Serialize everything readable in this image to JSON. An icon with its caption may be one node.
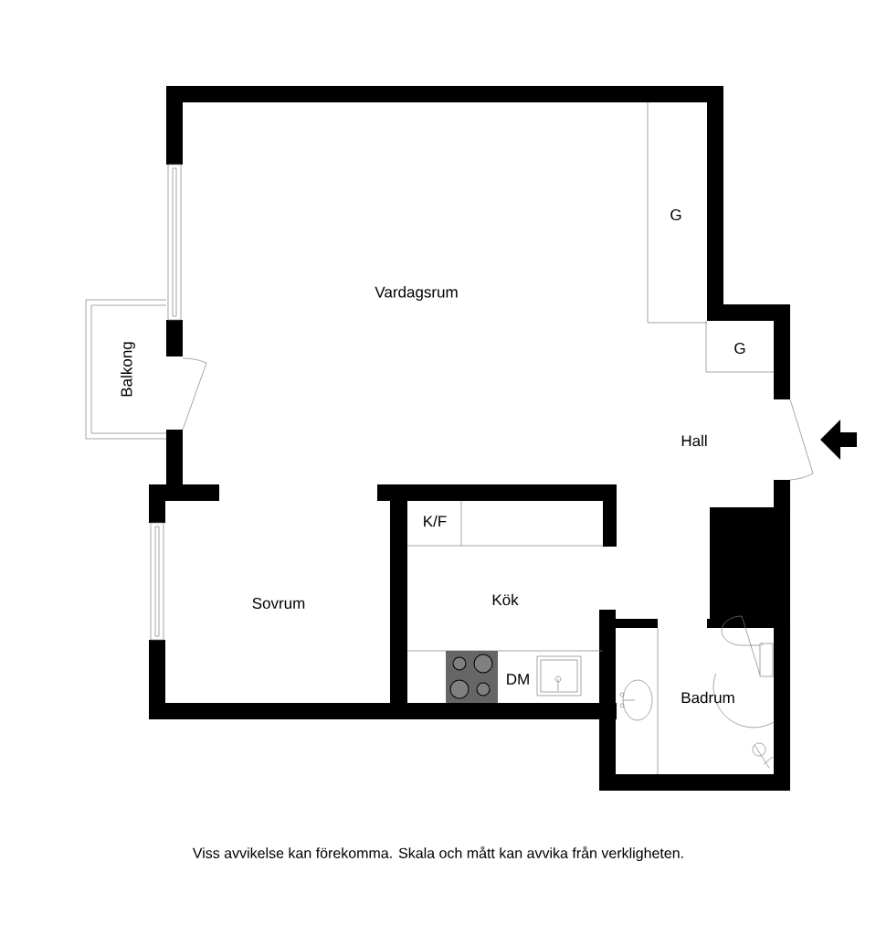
{
  "diagram": {
    "caption": "Viss avvikelse kan förekomma. Skala och mått kan avvika från verkligheten.",
    "labels": [
      "Vardagsrum",
      "G",
      "G",
      "Balkong",
      "Hall",
      "K/F",
      "Kök",
      "DM",
      "Sovrum",
      "Badrum"
    ]
  }
}
